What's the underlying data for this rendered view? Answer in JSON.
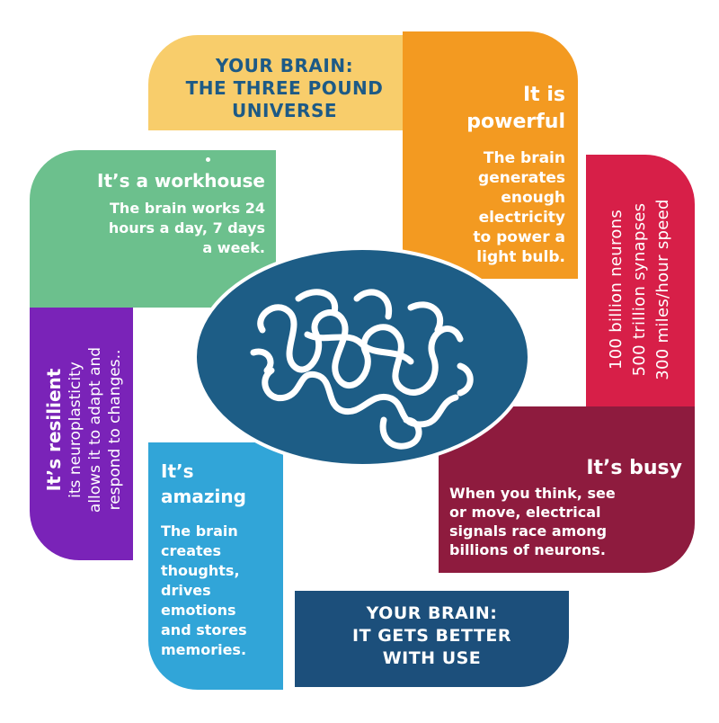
{
  "panels": {
    "top": {
      "title": "YOUR BRAIN:\nTHE THREE POUND\nUNIVERSE"
    },
    "powerful": {
      "title": "It is\npowerful",
      "body": "The brain\ngenerates\nenough\nelectricity\nto power a\nlight bulb."
    },
    "stats": {
      "lines": [
        "100 billion neurons",
        "500 trillion synapses",
        "300 miles/hour speed"
      ]
    },
    "busy": {
      "title": "It’s busy",
      "body": "When you think, see\nor move, electrical\nsignals race among\nbillions of neurons."
    },
    "bottom": {
      "title": "YOUR BRAIN:\nIT GETS BETTER\nWITH USE"
    },
    "amazing": {
      "title": "It’s\namazing",
      "body": "The brain\ncreates\nthoughts,\ndrives\nemotions\nand stores\nmemories."
    },
    "resilient": {
      "title": "It’s resilient",
      "body": "its neuroplasticity\nallows it to adapt and\nrespond to changes.."
    },
    "workhouse": {
      "title": "It’s a workhouse",
      "body": "The brain works 24\nhours a day, 7 days\na week."
    }
  },
  "colors": {
    "yellow": "#f8cd6b",
    "orange": "#f39a21",
    "red": "#d71f48",
    "maroon": "#8e1b3e",
    "navy": "#1c4f7b",
    "light_blue": "#31a5d8",
    "purple": "#7a23b8",
    "green": "#6cc08d",
    "center": "#1d5d86"
  },
  "icons": {
    "center": "brain-scribble-icon"
  }
}
